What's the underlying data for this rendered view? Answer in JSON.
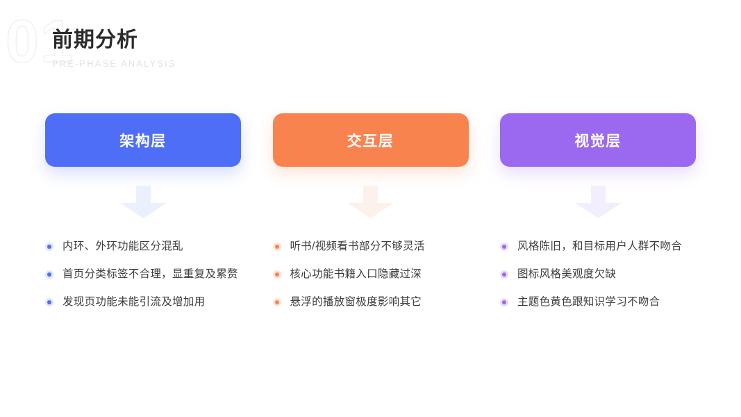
{
  "header": {
    "watermark": "01",
    "title": "前期分析",
    "subtitle": "PRE-PHASE ANALYSIS"
  },
  "colors": {
    "blue": "#4F6EF7",
    "orange": "#F9834F",
    "purple": "#9B68F0",
    "arrow_blue": "#EBF0FE",
    "arrow_orange": "#FDF1EC",
    "arrow_purple": "#F3EEFE",
    "title": "#2B2B2B",
    "subtitle": "#E2E2E2",
    "body_text": "#3D3D3D",
    "background": "#FFFFFF"
  },
  "columns": [
    {
      "card_label": "架构层",
      "accent": "blue",
      "arrow_icon": "arrow-down-icon",
      "items": [
        "内环、外环功能区分混乱",
        "首页分类标签不合理，显重复及累赘",
        "发现页功能未能引流及增加用"
      ]
    },
    {
      "card_label": "交互层",
      "accent": "orange",
      "arrow_icon": "arrow-down-icon",
      "items": [
        "听书/视频看书部分不够灵活",
        "核心功能书籍入口隐藏过深",
        "悬浮的播放窗极度影响其它"
      ]
    },
    {
      "card_label": "视觉层",
      "accent": "purple",
      "arrow_icon": "arrow-down-icon",
      "items": [
        "风格陈旧，和目标用户人群不吻合",
        "图标风格美观度欠缺",
        "主题色黄色跟知识学习不吻合"
      ]
    }
  ]
}
